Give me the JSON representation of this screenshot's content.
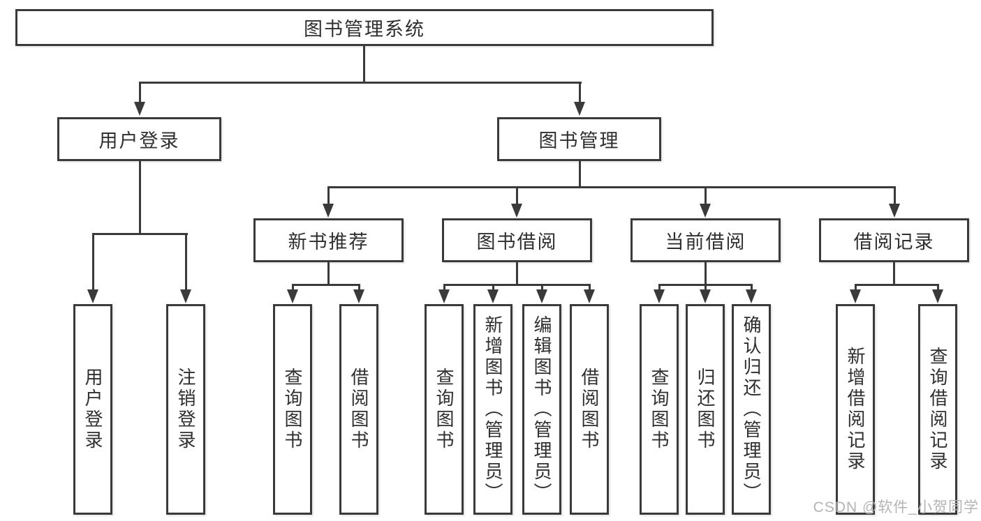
{
  "diagram": {
    "title": "图书管理系统",
    "branches": [
      {
        "label": "用户登录",
        "children": [
          {
            "label": "用户登录"
          },
          {
            "label": "注销登录"
          }
        ]
      },
      {
        "label": "图书管理",
        "children": [
          {
            "label": "新书推荐",
            "children": [
              {
                "label": "查询图书"
              },
              {
                "label": "借阅图书"
              }
            ]
          },
          {
            "label": "图书借阅",
            "children": [
              {
                "label": "查询图书"
              },
              {
                "label": "新增图书（管理员）"
              },
              {
                "label": "编辑图书（管理员）"
              },
              {
                "label": "借阅图书"
              }
            ]
          },
          {
            "label": "当前借阅",
            "children": [
              {
                "label": "查询图书"
              },
              {
                "label": "归还图书"
              },
              {
                "label": "确认归还（管理员）"
              }
            ]
          },
          {
            "label": "借阅记录",
            "children": [
              {
                "label": "新增借阅记录"
              },
              {
                "label": "查询借阅记录"
              }
            ]
          }
        ]
      }
    ]
  },
  "watermark": "CSDN @软件_小贺同学",
  "colors": {
    "line": "#3a3a3a",
    "box_border": "#3a3a3a",
    "text": "#2f2f2f",
    "watermark": "#b4b4b4",
    "background": "#ffffff"
  }
}
